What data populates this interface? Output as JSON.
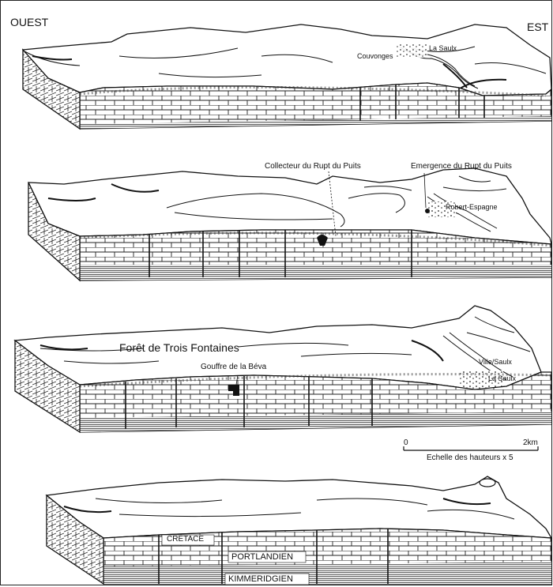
{
  "orientation": {
    "west": "OUEST",
    "east": "EST"
  },
  "blocks": [
    {
      "id": "block-1",
      "labels": [
        "Couvonges",
        "La Saulx"
      ]
    },
    {
      "id": "block-2",
      "labels": [
        "Collecteur du Rupt du Puits",
        "Emergence du Rupt du Puits",
        "Robert-Espagne"
      ]
    },
    {
      "id": "block-3",
      "labels": [
        "Forêt de Trois Fontaines",
        "Gouffre de la Béva",
        "Ville/Saulx",
        "La Saulx"
      ]
    },
    {
      "id": "block-4",
      "labels": [
        "CRETACE",
        "PORTLANDIEN",
        "KIMMERIDGIEN"
      ]
    }
  ],
  "scale": {
    "start": "0",
    "end": "2km",
    "caption": "Echelle des hauteurs x 5"
  }
}
